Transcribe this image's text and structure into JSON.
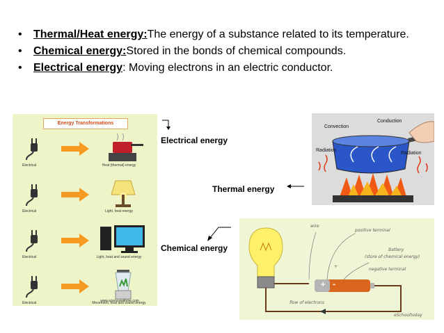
{
  "bullets": [
    {
      "term": "Thermal/Heat energy:",
      "text": "The energy of a substance related to its temperature."
    },
    {
      "term": "Chemical energy:",
      "text": "Stored in the bonds of chemical compounds."
    },
    {
      "term": "Electrical energy",
      "text": ": Moving electrons in an electric conductor."
    }
  ],
  "labels": {
    "electrical": "Electrical energy",
    "thermal": "Thermal energy",
    "chemical": "Chemical energy"
  },
  "energy_transformations": {
    "title": "Energy Transformations",
    "rows": [
      {
        "source": "Electrical",
        "result": "Heat (thermal) energy",
        "icon": "pot-on-stove-icon"
      },
      {
        "source": "Electrical",
        "result": "Light, heat energy",
        "icon": "lamp-icon"
      },
      {
        "source": "Electrical",
        "result": "Light, heat and sound energy",
        "icon": "computer-icon"
      },
      {
        "source": "Electrical",
        "result": "Movement, heat and sound energy",
        "icon": "blender-icon"
      }
    ],
    "url": "www.sciencewithme.com"
  },
  "heat_transfer": {
    "convection": "Convection",
    "conduction": "Conduction",
    "radiation_left": "Radiation",
    "radiation_right": "Radiation"
  },
  "circuit": {
    "wire": "wire",
    "positive_terminal": "positive terminal",
    "battery": "Battery",
    "battery_note": "(store of chemical energy)",
    "plus": "+",
    "negative_terminal": "negative terminal",
    "flow": "flow of electrons",
    "credit": "eSchooltoday",
    "battery_plus": "+",
    "battery_minus": "-"
  },
  "colors": {
    "panel_bg": "#eef3c8",
    "arrow": "#f59a23",
    "flame": "#f05a14",
    "battery": "#d9661c"
  }
}
